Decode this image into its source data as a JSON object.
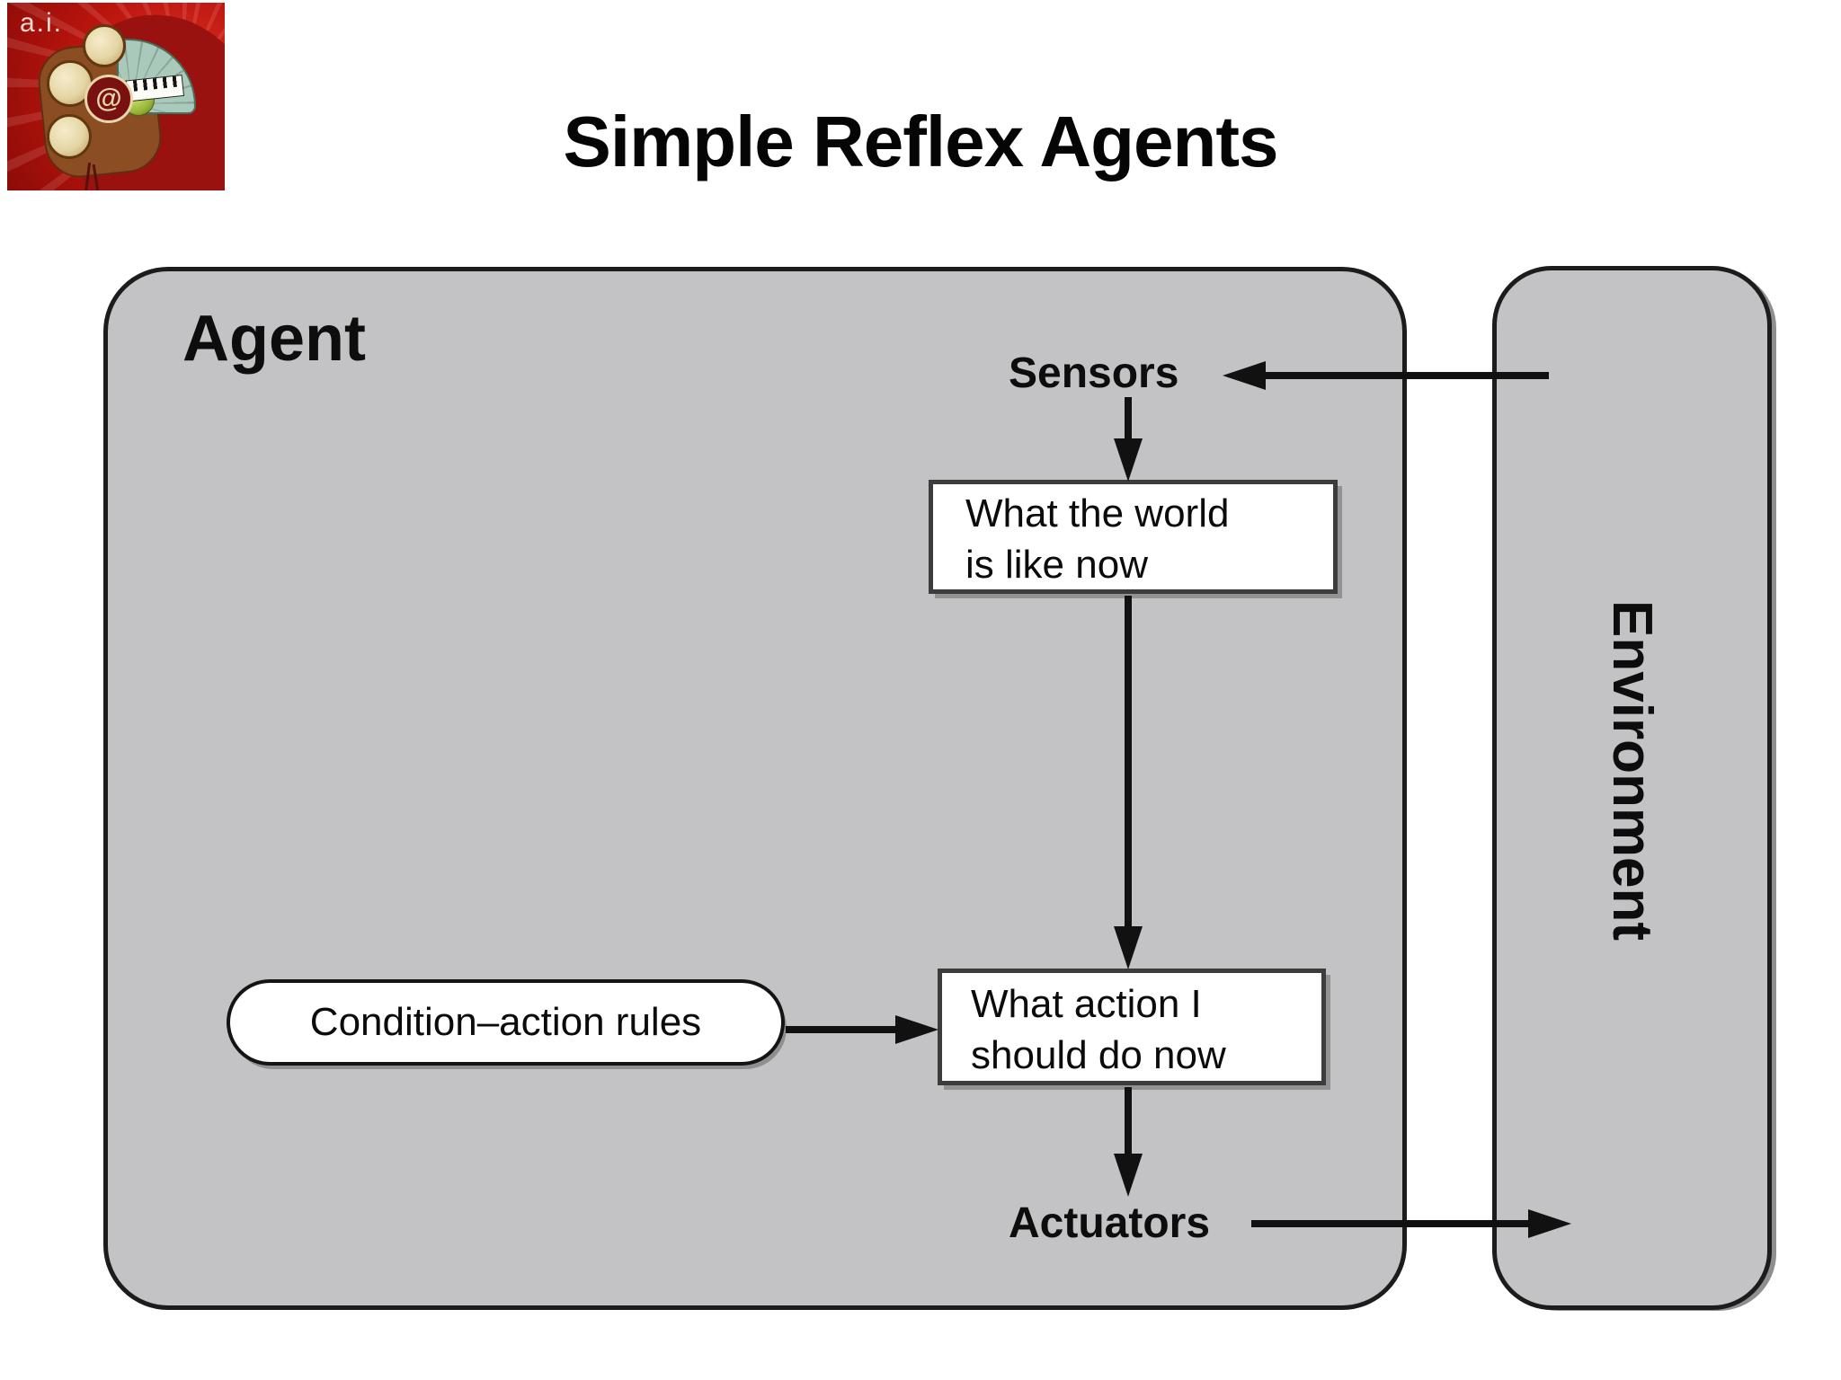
{
  "slide": {
    "title": "Simple Reflex Agents",
    "logo_label": "a.i.",
    "logo_emblem_glyph": "@"
  },
  "diagram": {
    "agent_label": "Agent",
    "environment_label": "Environment",
    "sensors_label": "Sensors",
    "actuators_label": "Actuators",
    "world_state": {
      "line1": "What the world",
      "line2": "is like now"
    },
    "action_choice": {
      "line1": "What action I",
      "line2": "should do now"
    },
    "rules_label": "Condition–action rules",
    "edges": [
      {
        "from": "Environment",
        "to": "Sensors"
      },
      {
        "from": "Sensors",
        "to": "What the world is like now"
      },
      {
        "from": "What the world is like now",
        "to": "What action I should do now"
      },
      {
        "from": "Condition–action rules",
        "to": "What action I should do now"
      },
      {
        "from": "What action I should do now",
        "to": "Actuators"
      },
      {
        "from": "Actuators",
        "to": "Environment"
      }
    ],
    "colors": {
      "container_fill": "#c3c3c5",
      "container_border": "#1c1c1c",
      "node_fill": "#ffffff",
      "node_border": "#3c3c3c",
      "arrow": "#111111",
      "title_text": "#050505",
      "logo_red": "#bb150e"
    }
  }
}
